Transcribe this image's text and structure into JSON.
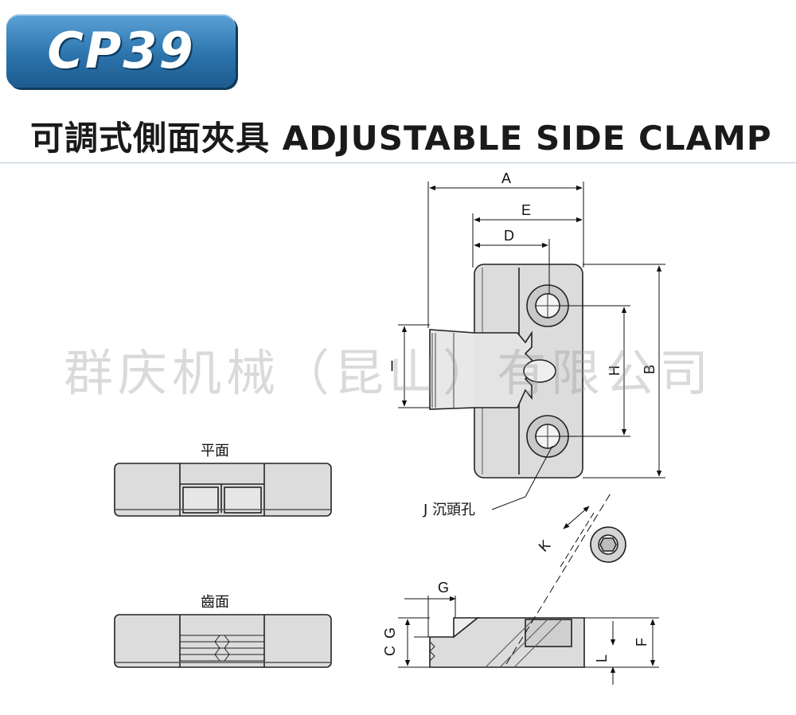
{
  "header": {
    "model": "CP39",
    "title": "可調式側面夾具 ADJUSTABLE SIDE CLAMP"
  },
  "watermark": "群庆机械（昆山）有限公司",
  "views": {
    "flat_face": "平面",
    "tooth_face": "齒面"
  },
  "dimensions": {
    "A": "A",
    "B": "B",
    "D": "D",
    "E": "E",
    "F": "F",
    "G": "G",
    "C": "C",
    "H": "H",
    "I": "I",
    "K": "K",
    "L": "L"
  },
  "callout": {
    "j_label": "J 沉頭孔"
  },
  "colors": {
    "badge": "#2c74ad",
    "part_fill": "#dedede",
    "line": "#222222"
  }
}
